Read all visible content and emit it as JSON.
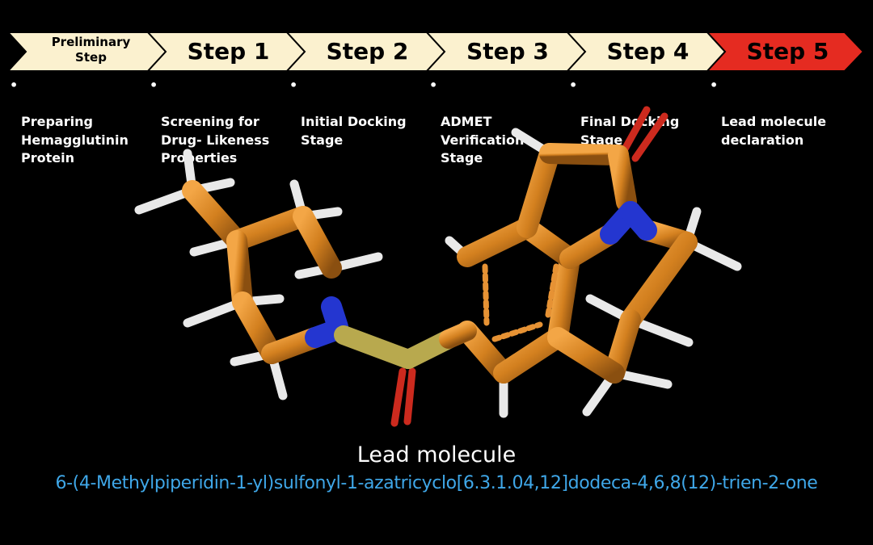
{
  "steps": [
    {
      "label_line1": "Preliminary",
      "label_line2": "Step",
      "description": "Preparing\nHemagglutinin\nProtein",
      "color": "#fbf1cf"
    },
    {
      "label": "Step 1",
      "description": "Screening for\nDrug- Likeness\nProperties",
      "color": "#fbf1cf"
    },
    {
      "label": "Step 2",
      "description": "Initial Docking\nStage",
      "color": "#fbf1cf"
    },
    {
      "label": "Step 3",
      "description": "ADMET\nVerification\nStage",
      "color": "#fbf1cf"
    },
    {
      "label": "Step 4",
      "description": "Final Docking\nStage",
      "color": "#fbf1cf"
    },
    {
      "label": "Step 5",
      "description": "Lead molecule\ndeclaration",
      "color": "#e52b21"
    }
  ],
  "bullet": "•",
  "caption": {
    "title": "Lead molecule",
    "molecule_name": "6-(4-Methylpiperidin-1-yl)sulfonyl-1-azatricyclo[6.3.1.04,12]dodeca-4,6,8(12)-trien-2-one"
  },
  "colors": {
    "background": "#000000",
    "carbon": "#d98a2a",
    "nitrogen": "#2233cc",
    "oxygen": "#cc2a1e",
    "sulfur": "#b8a94e",
    "hydrogen": "#e8e8e8",
    "name_text": "#3fa7e8"
  }
}
